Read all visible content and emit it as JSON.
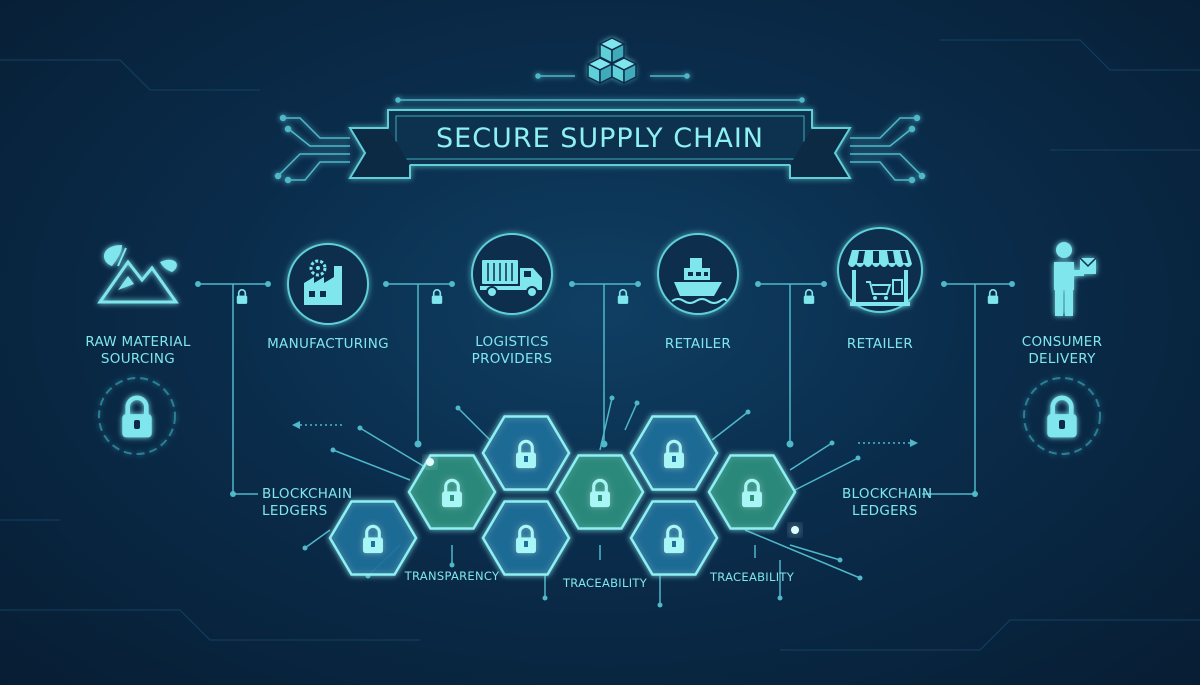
{
  "title": "SECURE SUPPLY CHAIN",
  "stages": [
    {
      "lines": [
        "RAW MATERIAL",
        "SOURCING"
      ],
      "icon": "mountain-leaf-icon"
    },
    {
      "lines": [
        "MANUFACTURING"
      ],
      "icon": "factory-gear-icon"
    },
    {
      "lines": [
        "LOGISTICS",
        "PROVIDERS"
      ],
      "icon": "truck-icon"
    },
    {
      "lines": [
        "RETAILER"
      ],
      "icon": "ship-icon"
    },
    {
      "lines": [
        "RETAILER"
      ],
      "icon": "storefront-cart-icon"
    },
    {
      "lines": [
        "CONSUMER",
        "DELIVERY"
      ],
      "icon": "delivery-person-icon"
    }
  ],
  "ledger_left": [
    "BLOCKCHAIN",
    "LEDGERS"
  ],
  "ledger_right": [
    "BLOCKCHAIN",
    "LEDGERS"
  ],
  "bottom_labels": [
    "TRANSPARENCY",
    "TRACEABILITY",
    "TRACEABILITY"
  ],
  "colors": {
    "background": "#0a2c4b",
    "line": "#4fb8c9",
    "accent": "#7fe6ee",
    "hex_blue": "#1f6f9a",
    "hex_green": "#2e8f7d"
  }
}
